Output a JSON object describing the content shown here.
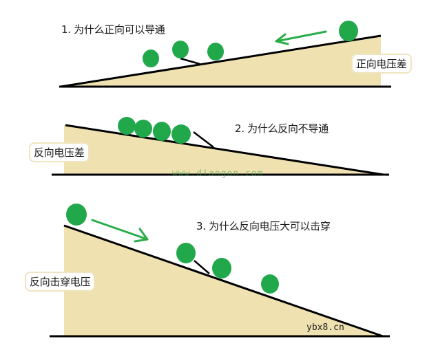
{
  "colors": {
    "ramp_fill": "#efe2b0",
    "line": "#000000",
    "ball": "#21a84b",
    "arrow": "#2aac49",
    "label_border": "#efe4bf"
  },
  "panels": [
    {
      "id": 1,
      "title": "1. 为什么正向可以导通",
      "side_label": "正向电压差",
      "arrow_direction": "left",
      "ball_count": 4
    },
    {
      "id": 2,
      "title": "2. 为什么反向不导通",
      "side_label": "反向电压差",
      "ball_count": 4
    },
    {
      "id": 3,
      "title": "3. 为什么反向电压大可以击穿",
      "side_label": "反向击穿电压",
      "arrow_direction": "right-down",
      "ball_count": 4
    }
  ],
  "watermarks": {
    "center": "www.diangon.com",
    "corner": "ybx8.cn"
  }
}
